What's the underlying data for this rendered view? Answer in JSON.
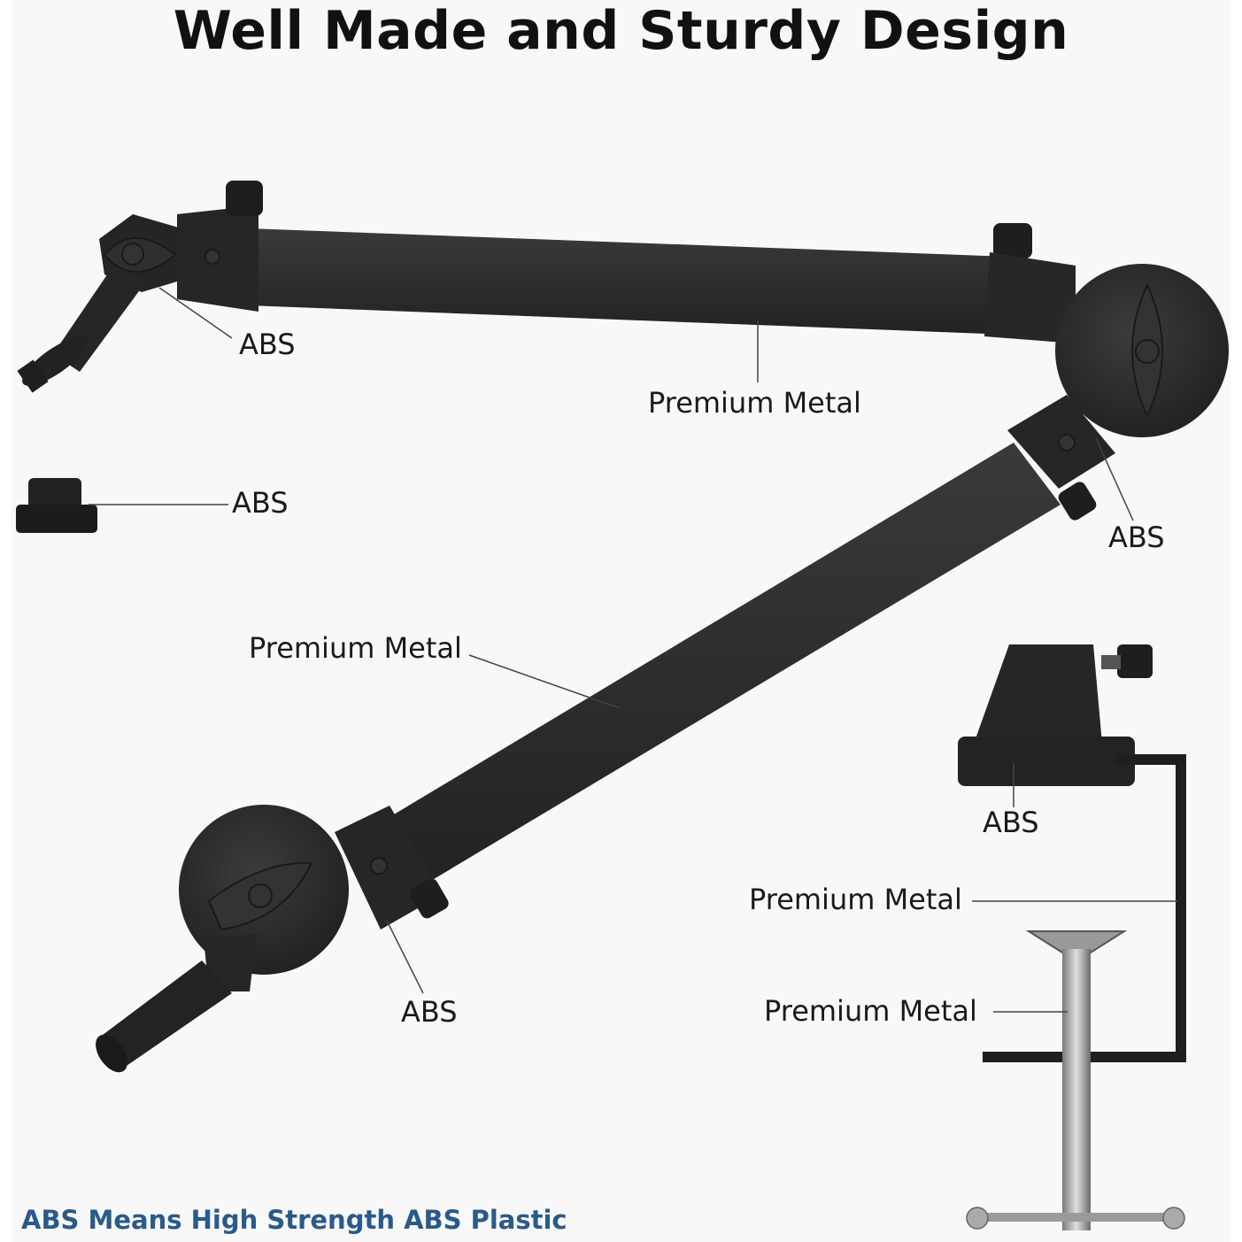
{
  "heading": "Well Made and Sturdy Design",
  "labels": {
    "abs_top_left": "ABS",
    "metal_top_arm": "Premium Metal",
    "abs_adapter": "ABS",
    "abs_right_joint": "ABS",
    "metal_lower_arm": "Premium Metal",
    "abs_clamp_head": "ABS",
    "abs_bottom_joint": "ABS",
    "metal_clamp_frame": "Premium Metal",
    "metal_screw": "Premium Metal"
  },
  "footnote": "ABS Means High Strength ABS Plastic",
  "colors": {
    "arm": "#2b2b2b",
    "arm_shade": "#1f1f1f",
    "footnote": "#2a5a8a",
    "leader": "#444444"
  }
}
